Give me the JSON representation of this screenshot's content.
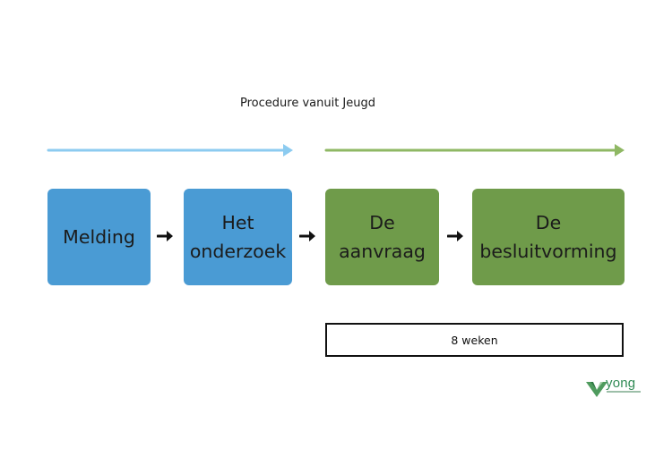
{
  "diagram": {
    "title": "Procedure vanuit Jeugd",
    "steps": [
      {
        "label": "Melding",
        "color": "#4a9bd4"
      },
      {
        "label": "Het\nonderzoek",
        "color": "#4a9bd4"
      },
      {
        "label": "De\naanvraag",
        "color": "#6f9b4a"
      },
      {
        "label": "De\nbesluitvorming",
        "color": "#6f9b4a"
      }
    ],
    "duration_label": "8 weken",
    "timeline_colors": {
      "blue": "#8ccbf0",
      "green": "#8fb864"
    }
  },
  "logo": {
    "text": "yong",
    "icon": "yong-logo-mark"
  }
}
